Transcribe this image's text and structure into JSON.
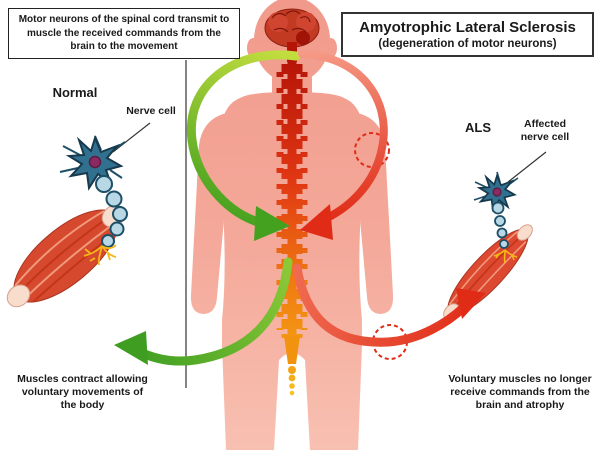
{
  "title": {
    "heading": "Amyotrophic Lateral Sclerosis",
    "subheading": "(degeneration of motor neurons)"
  },
  "annotations": {
    "top_left": "Motor neurons of the spinal cord transmit to muscle the received commands from the brain to the movement",
    "normal": "Normal",
    "nerve_cell": "Nerve cell",
    "als": "ALS",
    "affected_nerve_cell": "Affected nerve cell",
    "bottom_left": "Muscles contract allowing voluntary movements of the body",
    "bottom_right": "Voluntary muscles no longer receive commands from the brain and atrophy"
  },
  "colors": {
    "body": "#f4a497",
    "brain": "#c23a22",
    "spine_top": "#b51408",
    "spine_bottom": "#f7b414",
    "normal_signal": "#44a01f",
    "als_signal": "#e02c17",
    "neuron": "#31708f",
    "muscle": "#d7492e",
    "nerve_ending": "#f6b719"
  }
}
